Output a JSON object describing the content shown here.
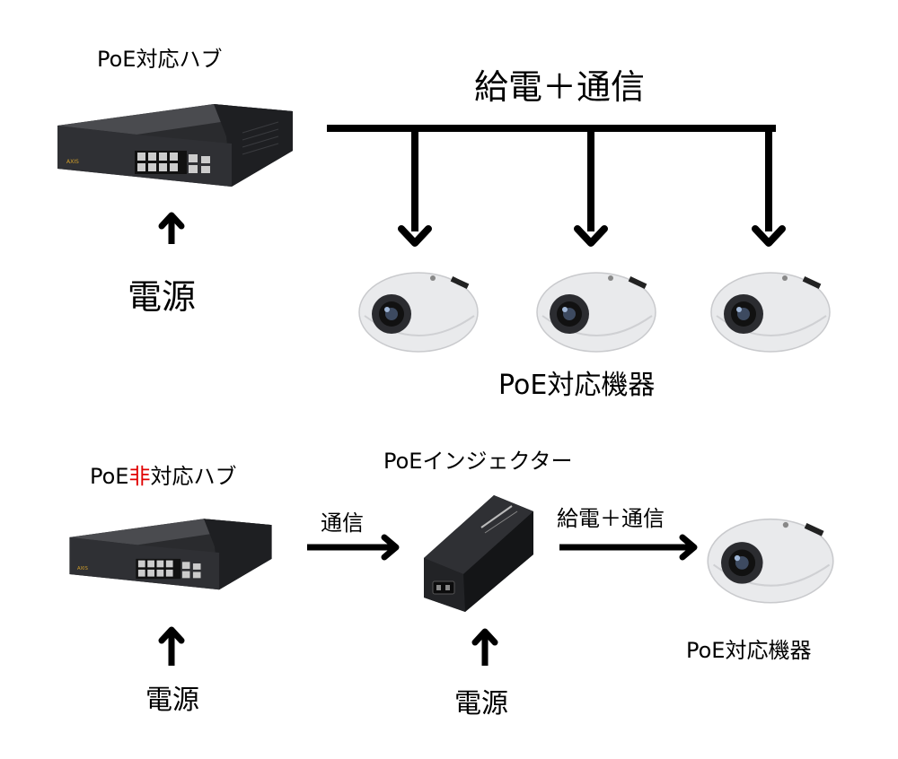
{
  "top": {
    "hub_label": "PoE対応ハブ",
    "power_label": "電源",
    "bus_label": "給電＋通信",
    "devices_label": "PoE対応機器"
  },
  "bottom": {
    "hub_label_prefix": "PoE",
    "hub_label_highlight": "非",
    "hub_label_suffix": "対応ハブ",
    "highlight_color": "#e00000",
    "hub_power_label": "電源",
    "comm_label": "通信",
    "injector_label": "PoEインジェクター",
    "injector_power_label": "電源",
    "out_label": "給電＋通信",
    "device_label": "PoE対応機器"
  },
  "icons": {
    "hub": "network-switch-icon",
    "camera": "dome-camera-icon",
    "injector": "poe-injector-icon",
    "arrow": "arrow-icon"
  }
}
